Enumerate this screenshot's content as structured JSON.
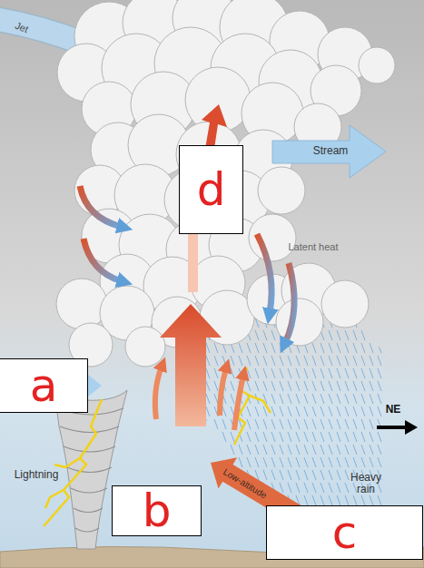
{
  "diagram": {
    "nodes": [
      {
        "text": [
          "d"
        ]
      },
      {
        "text": [
          "a"
        ]
      },
      {
        "text": [
          "b"
        ]
      },
      {
        "text": [
          "c"
        ]
      }
    ],
    "labels": [
      "Jet",
      "Stream",
      "Latent heat",
      "NE",
      "Lightning",
      "Heavy rain",
      "Low-altitude"
    ]
  }
}
